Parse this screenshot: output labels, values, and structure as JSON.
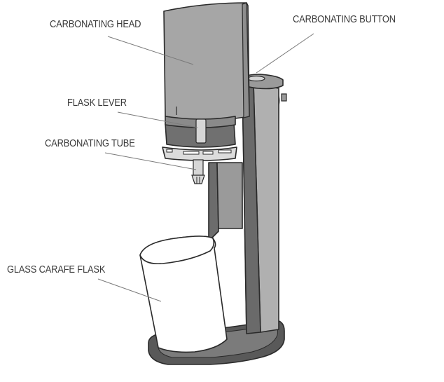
{
  "diagram": {
    "labels": {
      "carbonating_head": "CARBONATING HEAD",
      "carbonating_button": "CARBONATING BUTTON",
      "flask_lever": "FLASK LEVER",
      "carbonating_tube": "CARBONATING TUBE",
      "glass_carafe_flask": "GLASS CARAFE FLASK"
    },
    "colors": {
      "body_fill": "#a3a3a3",
      "body_dark": "#6f6f6f",
      "outline": "#2a2a2a",
      "flask_fill": "#ffffff",
      "base_fill": "#5a5a5a"
    }
  }
}
